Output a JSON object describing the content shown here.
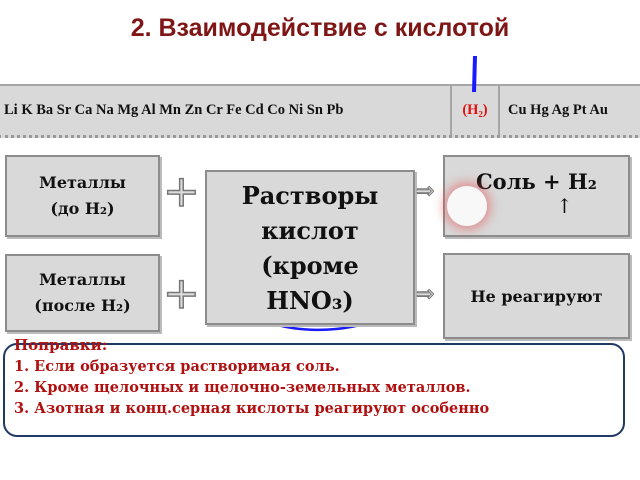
{
  "title": "2. Взаимодействие с кислотой",
  "activity_series": {
    "before_h2": "Li K Ba Sr Ca Na Mg Al Mn Zn Cr Fe Cd Co Ni Sn Pb",
    "h2": "(H₂)",
    "after_h2": "Cu Hg Ag Pt Au"
  },
  "boxes": {
    "metals_before_line1": "Металлы",
    "metals_before_line2": "(до H₂)",
    "metals_after_line1": "Металлы",
    "metals_after_line2": "(после H₂)",
    "acids_line1": "Растворы",
    "acids_line2": "кислот",
    "acids_line3": "(кроме",
    "acids_line4": "HNO₃)",
    "result1": "Соль + H₂",
    "result1_arrow": "↑",
    "result2": "Не реагируют"
  },
  "notes": {
    "heading": "Поправки:",
    "items": [
      "1.   Если образуется растворимая соль.",
      "2.   Кроме щелочных и щелочно-земельных металлов.",
      "3.   Азотная и  конц.серная кислоты реагируют особенно"
    ]
  },
  "colors": {
    "title": "#7f1616",
    "notes_text": "#b01010",
    "annotation": "#1a1aff"
  }
}
